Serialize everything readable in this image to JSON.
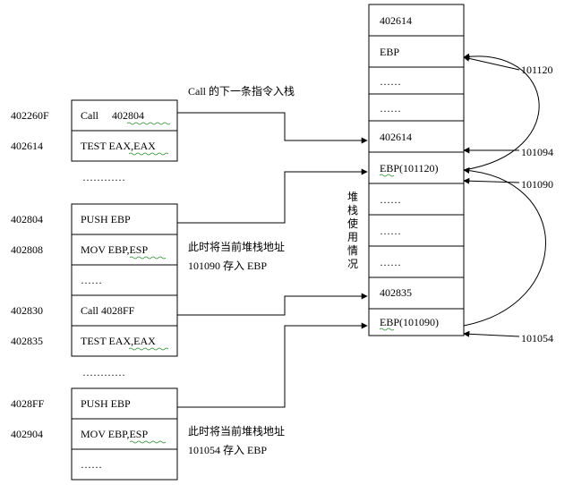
{
  "left_code": {
    "groups": [
      {
        "rows": [
          {
            "addr": "402260F",
            "text": "Call     402804"
          },
          {
            "addr": "402614",
            "text": "TEST EAX,EAX"
          }
        ],
        "trailer": "…………"
      },
      {
        "rows": [
          {
            "addr": "402804",
            "text": "PUSH EBP"
          },
          {
            "addr": "402808",
            "text": "MOV EBP,ESP"
          },
          {
            "addr": "",
            "text": "……"
          },
          {
            "addr": "402830",
            "text": "Call 4028FF"
          },
          {
            "addr": "402835",
            "text": "TEST EAX,EAX"
          }
        ],
        "trailer": "…………"
      },
      {
        "rows": [
          {
            "addr": "4028FF",
            "text": "PUSH EBP"
          },
          {
            "addr": "402904",
            "text": "MOV EBP,ESP"
          },
          {
            "addr": "",
            "text": "……"
          }
        ],
        "trailer": ""
      }
    ]
  },
  "stack": {
    "cells": [
      "402614",
      "EBP",
      "……",
      "……",
      "402614",
      "EBP(101120)",
      "……",
      "……",
      "……",
      "402835",
      "EBP(101090)"
    ],
    "title": "堆栈使用情况"
  },
  "annotations": {
    "call_push": "Call 的下一条指令入栈",
    "save1_line1": "此时将当前堆栈地址",
    "save1_line2": "101090 存入 EBP",
    "save2_line1": "此时将当前堆栈地址",
    "save2_line2": "101054 存入 EBP"
  },
  "stack_addresses": [
    "101120",
    "101094",
    "101090",
    "101054"
  ]
}
